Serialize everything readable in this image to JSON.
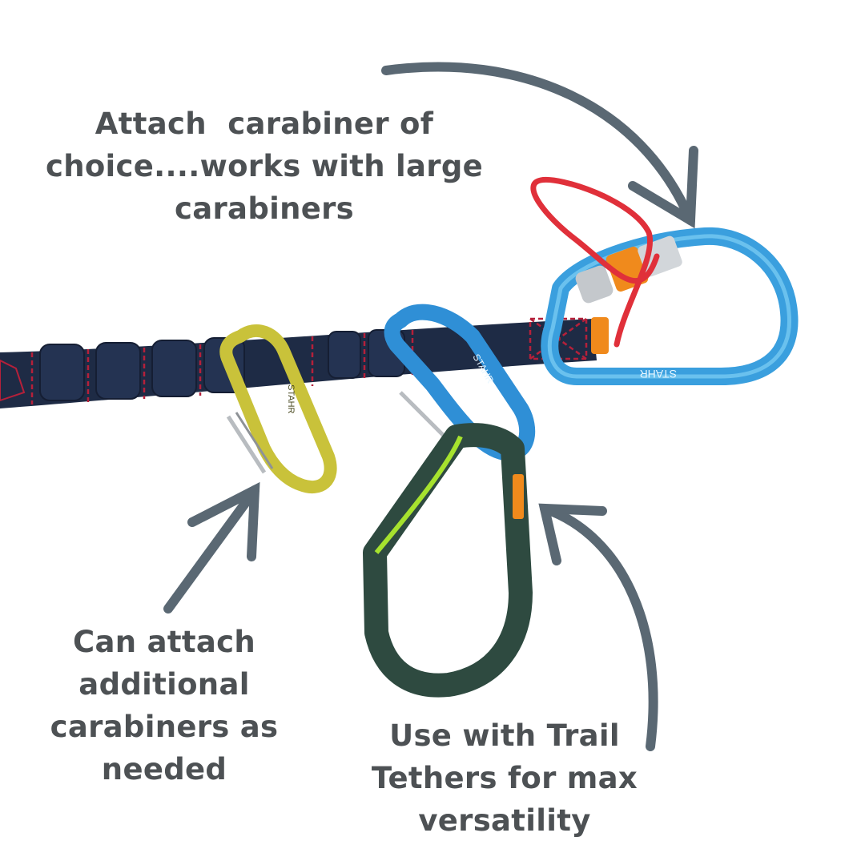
{
  "captions": {
    "top": [
      "Attach  carabiner of",
      "choice....works with large",
      "carabiners"
    ],
    "left": [
      "Can attach",
      "additional",
      "carabiners as",
      "needed"
    ],
    "right": [
      "Use with Trail",
      "Tethers for max",
      "versatility"
    ]
  },
  "brand_marks": {
    "large_carabiner": "STAHR",
    "middle_carabiner": "STAHR",
    "small_carabiner": "STAHR"
  },
  "colors": {
    "text": "#4d5154",
    "arrow": "#5a6873",
    "webbing": "#1e2b45",
    "stitching": "#b5203a",
    "blue_carabiner": "#3a9fde",
    "yellow_carabiner": "#c9c23a",
    "red_cord": "#e0303a",
    "orange_lock": "#f08a1c",
    "green_tether": "#2e4a40",
    "lime_cord": "#a6e22e"
  },
  "icons": [
    "curved-arrow-icon",
    "straight-arrow-icon",
    "curved-arrow-icon"
  ]
}
